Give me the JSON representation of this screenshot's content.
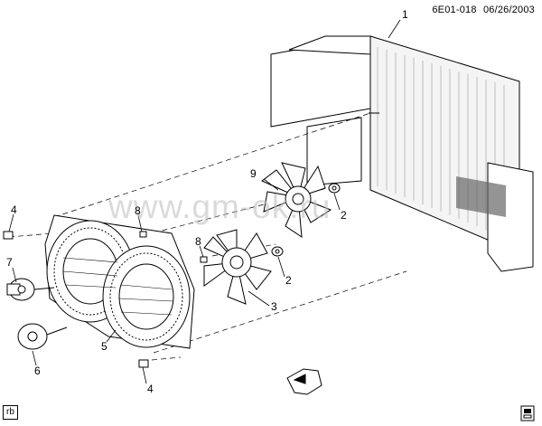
{
  "header": {
    "diagram_id": "6E01-018",
    "date": "06/26/2003"
  },
  "watermark": "www.gm-ok.ru",
  "footer": {
    "tag": "rb"
  },
  "callouts": [
    {
      "id": "c1",
      "text": "1"
    },
    {
      "id": "c9",
      "text": "9"
    },
    {
      "id": "c2a",
      "text": "2"
    },
    {
      "id": "c4a",
      "text": "4"
    },
    {
      "id": "c8a",
      "text": "8"
    },
    {
      "id": "c8b",
      "text": "8"
    },
    {
      "id": "c7",
      "text": "7"
    },
    {
      "id": "c2b",
      "text": "2"
    },
    {
      "id": "c3",
      "text": "3"
    },
    {
      "id": "c5",
      "text": "5"
    },
    {
      "id": "c6",
      "text": "6"
    },
    {
      "id": "c4b",
      "text": "4"
    }
  ],
  "icons": {
    "front_arrow": "front-arrow-icon",
    "corner": "page-corner-icon"
  }
}
